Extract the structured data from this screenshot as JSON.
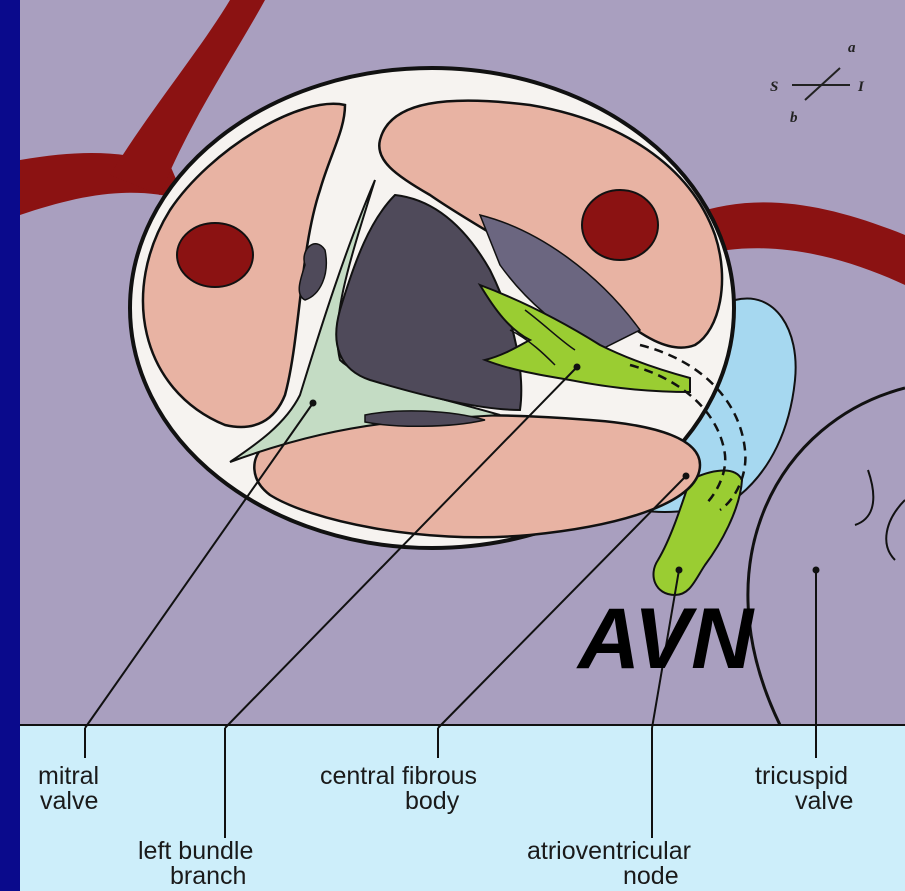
{
  "diagram": {
    "callout": "AVN",
    "orientation": {
      "a": "a",
      "b": "b",
      "S": "S",
      "I": "I"
    },
    "labels": {
      "mitral_line1": "mitral",
      "mitral_line2": "valve",
      "left_bundle_line1": "left bundle",
      "left_bundle_line2": "branch",
      "central_line1": "central fibrous",
      "central_line2": "body",
      "av_node_line1": "atrioventricular",
      "av_node_line2": "node",
      "tricuspid_line1": "tricuspid",
      "tricuspid_line2": "valve"
    },
    "colors": {
      "frame": "#0a0a8c",
      "background": "#a99fbf",
      "label_band": "#cdeefa",
      "artery": "#8b1212",
      "leaflet": "#e8b3a3",
      "fibrous_body": "#a6d8f0",
      "conduction": "#9acd32",
      "green_tissue": "#c4dcc4",
      "chamber_dark": "#4f4a5a"
    }
  }
}
